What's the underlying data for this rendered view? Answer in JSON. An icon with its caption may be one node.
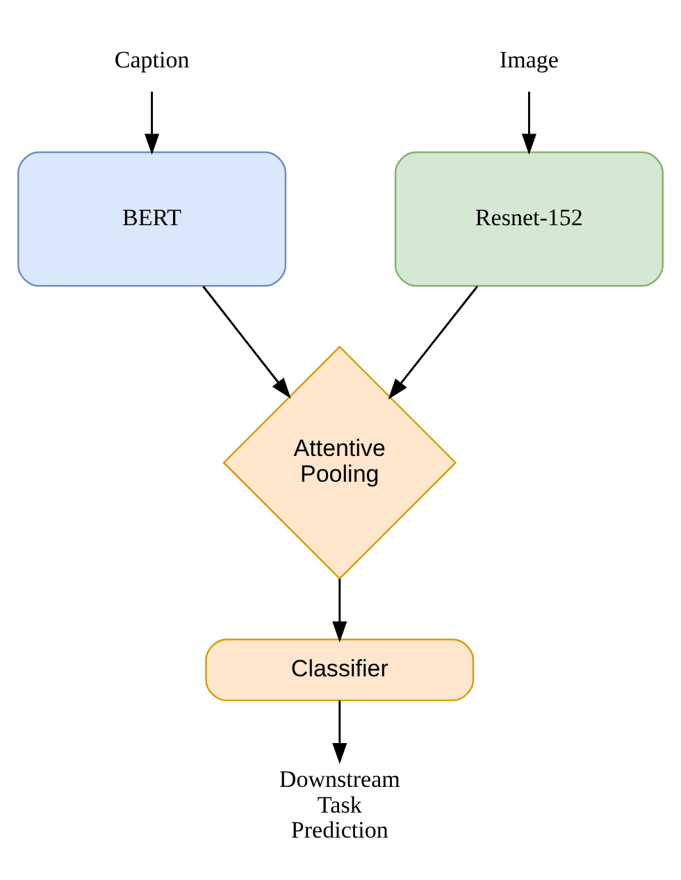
{
  "diagram": {
    "nodes": [
      {
        "text": [
          "Caption"
        ]
      },
      {
        "text": [
          "Image"
        ]
      },
      {
        "text": [
          "BERT"
        ]
      },
      {
        "text": [
          "Resnet-152"
        ]
      },
      {
        "text": [
          "Attentive Pooling"
        ]
      },
      {
        "text": [
          "Classifier"
        ]
      },
      {
        "text": [
          "Downstream Task Prediction"
        ]
      }
    ],
    "edges": [
      {
        "from": 0,
        "to": 2,
        "arrow": "to"
      },
      {
        "from": 1,
        "to": 3,
        "arrow": "to"
      },
      {
        "from": 2,
        "to": 4,
        "arrow": "to"
      },
      {
        "from": 3,
        "to": 4,
        "arrow": "to"
      },
      {
        "from": 4,
        "to": 5,
        "arrow": "to"
      },
      {
        "from": 5,
        "to": 6,
        "arrow": "to"
      }
    ]
  }
}
